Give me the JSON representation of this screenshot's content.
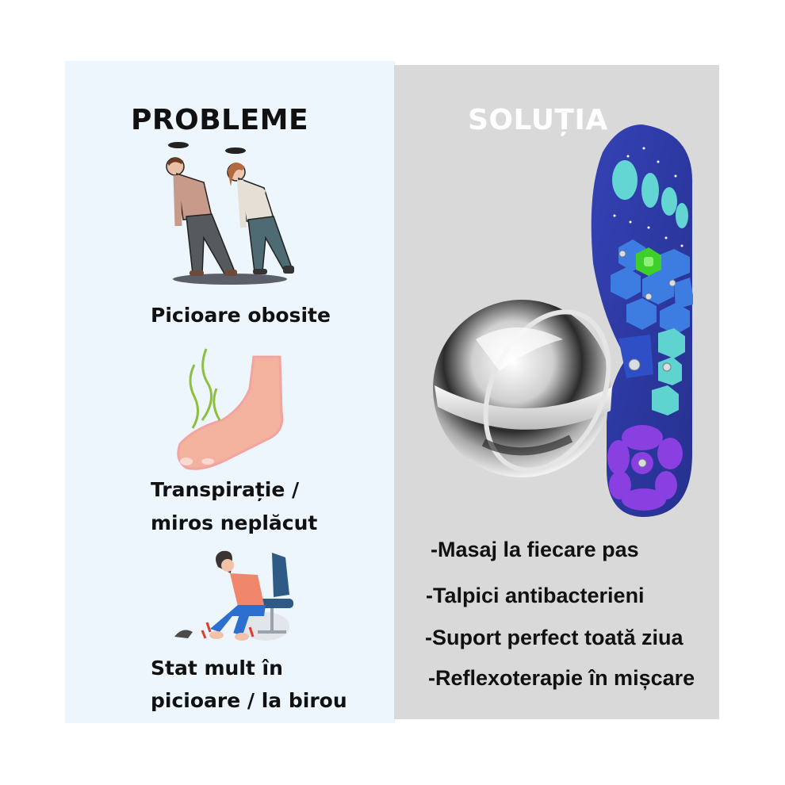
{
  "problems": {
    "title": "PROBLEME",
    "items": [
      {
        "label": "Picioare obosite",
        "icon": "tired-people-illustration"
      },
      {
        "label_line1": "Transpirație /",
        "label_line2": "miros neplăcut",
        "icon": "smelly-foot-illustration"
      },
      {
        "label_line1": "Stat mult în",
        "label_line2": "picioare / la birou",
        "icon": "sore-feet-office-illustration"
      }
    ]
  },
  "solution": {
    "title": "SOLUȚIA",
    "product_images": [
      "chrome-massage-ball",
      "reflexology-insole"
    ],
    "bullets": [
      "-Masaj la fiecare pas",
      "-Talpici antibacterieni",
      "-Suport perfect toată ziua",
      "-Reflexoterapie în mișcare"
    ]
  },
  "colors": {
    "left_bg": "#eef6fd",
    "right_bg": "#d9d9d9",
    "insole_blue": "#2e3aa8",
    "insole_teal": "#5fd3d0",
    "insole_purple": "#7b35d0",
    "insole_green": "#3fcf2a"
  }
}
